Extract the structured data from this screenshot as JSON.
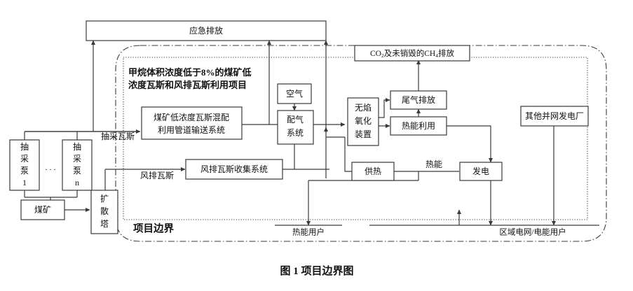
{
  "figure": {
    "caption": "图 1 项目边界图",
    "boundary_outer_label": "项目边界",
    "inner_title_line1": "甲烷体积浓度低于8%的煤矿低",
    "inner_title_line2": "浓度瓦斯和风排瓦斯利用项目"
  },
  "boxes": {
    "emergency_release": "应急排放",
    "co2_emission_pre": "CO",
    "co2_emission_sub1": "2",
    "co2_emission_mid": "及未销毁的CH",
    "co2_emission_sub2": "4",
    "co2_emission_post": "排放",
    "pump1_l1": "抽",
    "pump1_l2": "采",
    "pump1_l3": "泵",
    "pump1_l4": "1",
    "pump_ellipsis": ". . .",
    "pumpn_l1": "抽",
    "pumpn_l2": "采",
    "pumpn_l3": "泵",
    "pumpn_l4": "n",
    "coal_mine": "煤矿",
    "diffusion_tower_l1": "扩",
    "diffusion_tower_l2": "散",
    "diffusion_tower_l3": "塔",
    "blend_pipeline_l1": "煤矿低浓度瓦斯混配",
    "blend_pipeline_l2": "利用管道输送系统",
    "vam_collect": "风排瓦斯收集系统",
    "air": "空气",
    "gas_dist_l1": "配气",
    "gas_dist_l2": "系统",
    "flameless_l1": "无焰",
    "flameless_l2": "氧化",
    "flameless_l3": "装置",
    "tail_gas": "尾气排放",
    "heat_use": "热能利用",
    "heat_supply": "供热",
    "power_gen": "发电",
    "other_plant": "其他并网发电厂"
  },
  "edge_labels": {
    "drained_gas": "抽采瓦斯",
    "vam_gas": "风排瓦斯",
    "thermal_energy": "热能"
  },
  "sinks": {
    "heat_users": "热能用户",
    "grid_users": "区域电网/电能用户"
  },
  "colors": {
    "stroke": "#3a3a3a",
    "text": "#111111",
    "background": "#ffffff"
  }
}
